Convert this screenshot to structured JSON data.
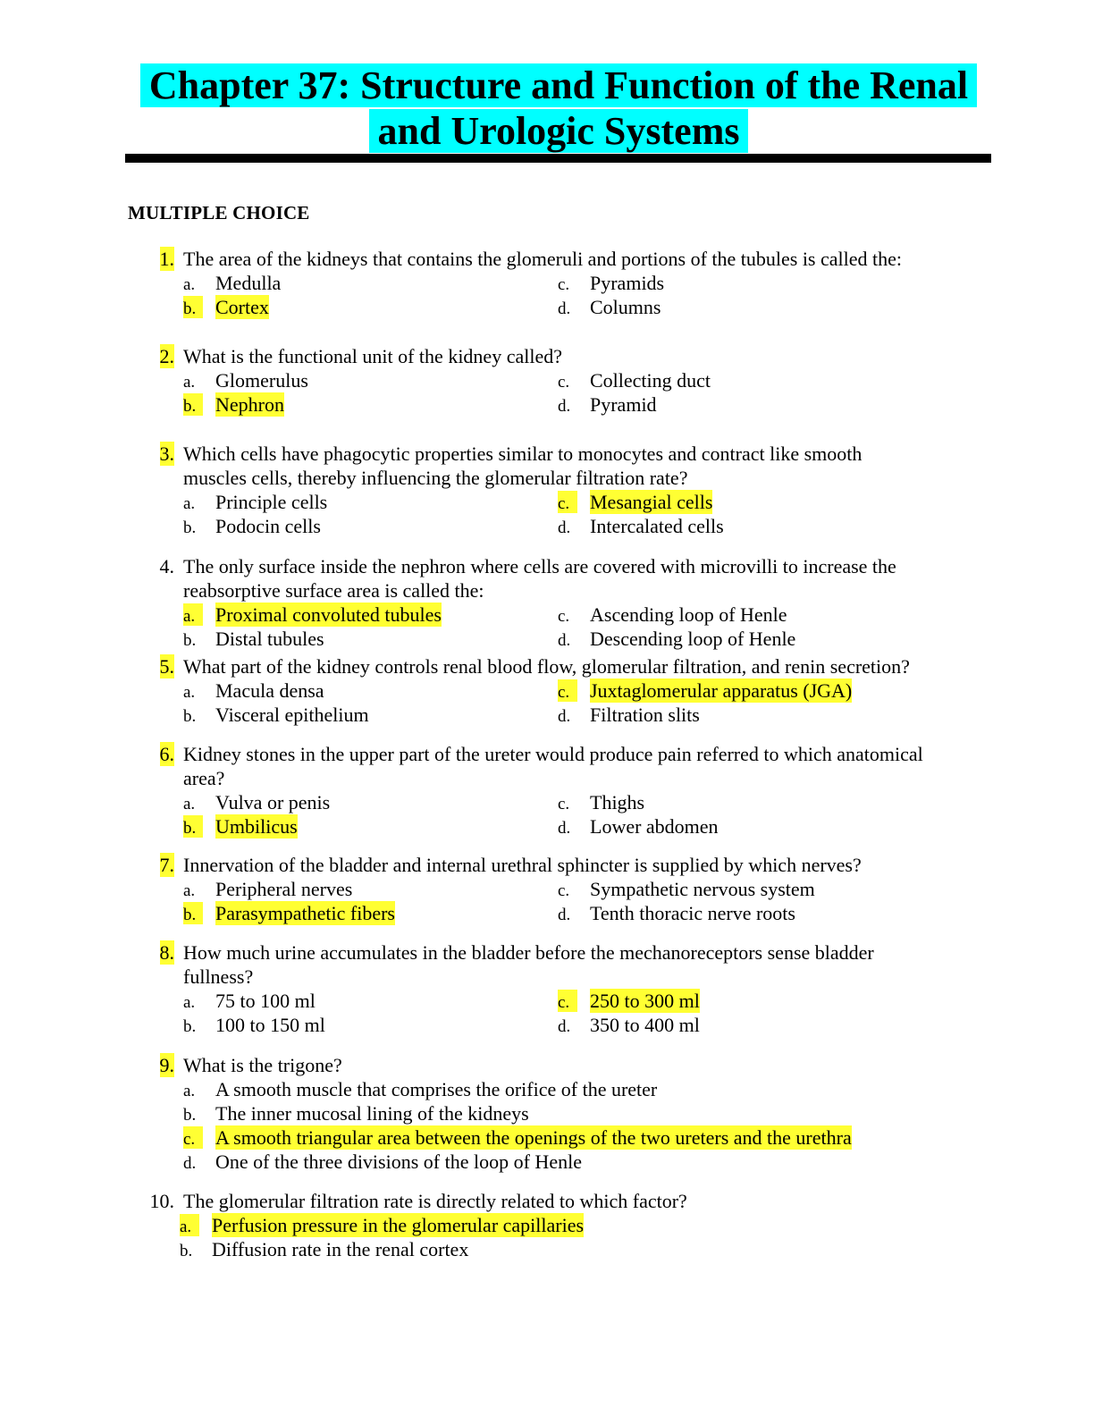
{
  "title": {
    "line1": "Chapter 37: Structure and Function of the Renal",
    "line2": "and Urologic Systems"
  },
  "section": "MULTIPLE CHOICE",
  "questions": [
    {
      "number": "1.",
      "highlighted_number": true,
      "lines": [
        "The area of the kidneys that contains the glomeruli and portions of the tubules is called the:"
      ],
      "options": [
        {
          "letter": "a.",
          "text": "Medulla",
          "correct": false
        },
        {
          "letter": "b.",
          "text": "Cortex",
          "correct": true
        },
        {
          "letter": "c.",
          "text": "Pyramids",
          "correct": false
        },
        {
          "letter": "d.",
          "text": "Columns",
          "correct": false
        }
      ]
    },
    {
      "number": "2.",
      "highlighted_number": true,
      "lines": [
        "What is the functional unit of the kidney called?"
      ],
      "options": [
        {
          "letter": "a.",
          "text": "Glomerulus",
          "correct": false
        },
        {
          "letter": "b.",
          "text": "Nephron",
          "correct": true
        },
        {
          "letter": "c.",
          "text": "Collecting duct",
          "correct": false
        },
        {
          "letter": "d.",
          "text": "Pyramid",
          "correct": false
        }
      ]
    },
    {
      "number": "3.",
      "highlighted_number": true,
      "lines": [
        "Which cells have phagocytic properties similar to monocytes and contract like smooth",
        "muscles cells, thereby influencing the glomerular filtration rate?"
      ],
      "options": [
        {
          "letter": "a.",
          "text": "Principle cells",
          "correct": false
        },
        {
          "letter": "b.",
          "text": "Podocin cells",
          "correct": false
        },
        {
          "letter": "c.",
          "text": "Mesangial cells",
          "correct": true
        },
        {
          "letter": "d.",
          "text": "Intercalated cells",
          "correct": false
        }
      ]
    },
    {
      "number": "4.",
      "highlighted_number": false,
      "lines": [
        "The only surface inside the nephron where cells are covered with microvilli to increase the",
        "reabsorptive surface area is called the:"
      ],
      "options": [
        {
          "letter": "a.",
          "text": "Proximal convoluted tubules",
          "correct": true
        },
        {
          "letter": "b.",
          "text": "Distal tubules",
          "correct": false
        },
        {
          "letter": "c.",
          "text": "Ascending loop of Henle",
          "correct": false
        },
        {
          "letter": "d.",
          "text": "Descending loop of Henle",
          "correct": false
        }
      ]
    },
    {
      "number": "5.",
      "highlighted_number": true,
      "lines": [
        "What part of the kidney controls renal blood flow, glomerular filtration, and renin secretion?"
      ],
      "options": [
        {
          "letter": "a.",
          "text": "Macula densa",
          "correct": false
        },
        {
          "letter": "b.",
          "text": "Visceral epithelium",
          "correct": false
        },
        {
          "letter": "c.",
          "text": "Juxtaglomerular apparatus (JGA)",
          "correct": true
        },
        {
          "letter": "d.",
          "text": "Filtration slits",
          "correct": false
        }
      ]
    },
    {
      "number": "6.",
      "highlighted_number": true,
      "lines": [
        "Kidney stones in the upper part of the ureter would produce pain referred to which anatomical",
        "area?"
      ],
      "options": [
        {
          "letter": "a.",
          "text": "Vulva or penis",
          "correct": false
        },
        {
          "letter": "b.",
          "text": "Umbilicus",
          "correct": true
        },
        {
          "letter": "c.",
          "text": "Thighs",
          "correct": false
        },
        {
          "letter": "d.",
          "text": "Lower abdomen",
          "correct": false
        }
      ]
    },
    {
      "number": "7.",
      "highlighted_number": true,
      "lines": [
        "Innervation of the bladder and internal urethral sphincter is supplied by which nerves?"
      ],
      "options": [
        {
          "letter": "a.",
          "text": "Peripheral nerves",
          "correct": false
        },
        {
          "letter": "b.",
          "text": "Parasympathetic fibers",
          "correct": true
        },
        {
          "letter": "c.",
          "text": "Sympathetic nervous system",
          "correct": false
        },
        {
          "letter": "d.",
          "text": "Tenth thoracic nerve roots",
          "correct": false
        }
      ]
    },
    {
      "number": "8.",
      "highlighted_number": true,
      "lines": [
        "How much urine accumulates in the bladder before the mechanoreceptors sense bladder",
        "fullness?"
      ],
      "options": [
        {
          "letter": "a.",
          "text": "75 to 100 ml",
          "correct": false
        },
        {
          "letter": "b.",
          "text": "100 to 150 ml",
          "correct": false
        },
        {
          "letter": "c.",
          "text": "250 to 300 ml",
          "correct": true
        },
        {
          "letter": "d.",
          "text": "350 to 400 ml",
          "correct": false
        }
      ]
    },
    {
      "number": "9.",
      "highlighted_number": true,
      "lines": [
        "What is the trigone?"
      ],
      "options": [
        {
          "letter": "a.",
          "text": "A smooth muscle that comprises the orifice of the ureter",
          "correct": false
        },
        {
          "letter": "b.",
          "text": "The inner mucosal lining of the kidneys",
          "correct": false
        },
        {
          "letter": "c.",
          "text": "A smooth triangular area between the openings of the two ureters and the urethra",
          "correct": true
        },
        {
          "letter": "d.",
          "text": "One of the three divisions of the loop of Henle",
          "correct": false
        }
      ]
    },
    {
      "number": "10.",
      "highlighted_number": false,
      "lines": [
        "The glomerular filtration rate is directly related to which factor?"
      ],
      "options": [
        {
          "letter": "a.",
          "text": "Perfusion pressure in the glomerular capillaries",
          "correct": true
        },
        {
          "letter": "b.",
          "text": "Diffusion rate in the renal cortex",
          "correct": false
        }
      ]
    }
  ]
}
